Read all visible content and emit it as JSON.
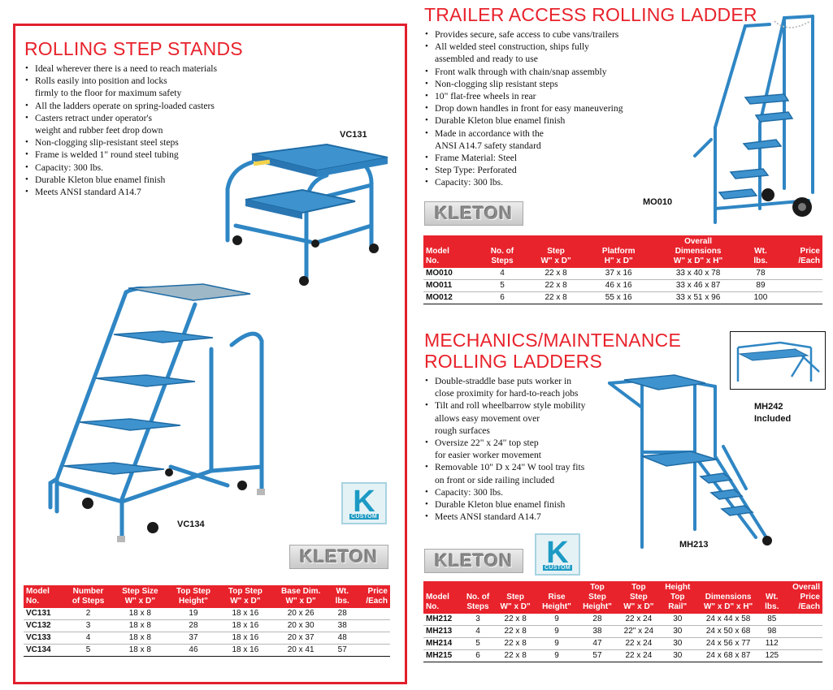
{
  "rolling_step_stands": {
    "title": "ROLLING STEP STANDS",
    "bullets": [
      "Ideal wherever there is a need to reach materials",
      "Rolls easily into position and locks",
      "firmly to the floor for maximum safety",
      "All the ladders operate on spring-loaded casters",
      "Casters retract under operator's",
      "weight and rubber feet drop down",
      "Non-clogging slip-resistant steel steps",
      "Frame is welded 1\" round steel tubing",
      "Capacity: 300 lbs.",
      "Durable Kleton blue enamel finish",
      "Meets ANSI standard A14.7"
    ],
    "bullet_flags": [
      true,
      true,
      false,
      true,
      true,
      false,
      true,
      true,
      true,
      true,
      true
    ],
    "caption_vc131": "VC131",
    "caption_vc134": "VC134",
    "brand_logo": "KLETON",
    "custom_badge": {
      "letter": "K",
      "label": "CUSTOM"
    },
    "table": {
      "headers": [
        "Model\nNo.",
        "Number\nof Steps",
        "Step Size\nW\" x D\"",
        "Top Step\nHeight\"",
        "Top Step\nW\" x D\"",
        "Base Dim.\nW\" x D\"",
        "Wt.\nlbs.",
        "Price\n/Each"
      ],
      "rows": [
        [
          "VC131",
          "2",
          "18 x 8",
          "19",
          "18 x 16",
          "20 x 26",
          "28",
          ""
        ],
        [
          "VC132",
          "3",
          "18 x 8",
          "28",
          "18 x 16",
          "20 x 30",
          "38",
          ""
        ],
        [
          "VC133",
          "4",
          "18 x 8",
          "37",
          "18 x 16",
          "20 x 37",
          "48",
          ""
        ],
        [
          "VC134",
          "5",
          "18 x 8",
          "46",
          "18 x 16",
          "20 x 41",
          "57",
          ""
        ]
      ]
    }
  },
  "trailer_access": {
    "title": "TRAILER ACCESS ROLLING LADDER",
    "bullets": [
      "Provides secure, safe access to cube vans/trailers",
      "All welded steel construction, ships fully",
      "assembled and ready to use",
      "Front walk through with chain/snap assembly",
      "Non-clogging slip resistant steps",
      "10\" flat-free wheels in rear",
      "Drop down handles in front for easy maneuvering",
      "Durable Kleton blue enamel finish",
      "Made in accordance with the",
      "ANSI A14.7 safety standard",
      "Frame Material: Steel",
      "Step Type: Perforated",
      "Capacity: 300 lbs."
    ],
    "bullet_flags": [
      true,
      true,
      false,
      true,
      true,
      true,
      true,
      true,
      true,
      false,
      true,
      true,
      true
    ],
    "caption_mo010": "MO010",
    "brand_logo": "KLETON",
    "table": {
      "headers": [
        "Model\nNo.",
        "No. of\nSteps",
        "Step\nW\" x D\"",
        "Platform\nH\" x D\"",
        "Overall\nDimensions\nW\" x D\" x H\"",
        "Wt.\nlbs.",
        "Price\n/Each"
      ],
      "rows": [
        [
          "MO010",
          "4",
          "22 x 8",
          "37 x 16",
          "33 x 40 x 78",
          "78",
          ""
        ],
        [
          "MO011",
          "5",
          "22 x 8",
          "46 x 16",
          "33 x 46 x 87",
          "89",
          ""
        ],
        [
          "MO012",
          "6",
          "22 x 8",
          "55 x 16",
          "33 x 51 x 96",
          "100",
          ""
        ]
      ]
    }
  },
  "mechanics": {
    "title_line1": "MECHANICS/MAINTENANCE",
    "title_line2": "ROLLING LADDERS",
    "bullets": [
      "Double-straddle base puts worker in",
      "close proximity for hard-to-reach jobs",
      "Tilt and roll wheelbarrow style mobility",
      "allows easy movement over",
      "rough surfaces",
      "Oversize 22\" x 24\" top step",
      "for easier worker movement",
      "Removable 10\" D x 24\" W tool tray fits",
      "on front or side railing included",
      "Capacity: 300 lbs.",
      "Durable Kleton blue enamel finish",
      "Meets ANSI standard A14.7"
    ],
    "bullet_flags": [
      true,
      false,
      true,
      false,
      false,
      true,
      false,
      true,
      false,
      true,
      true,
      true
    ],
    "caption_mh242": "MH242\nIncluded",
    "caption_mh213": "MH213",
    "brand_logo": "KLETON",
    "custom_badge": {
      "letter": "K",
      "label": "CUSTOM"
    },
    "table": {
      "headers": [
        "Model\nNo.",
        "No. of\nSteps",
        "Step\nW\" x D\"",
        "Rise\nHeight\"",
        "Top\nStep\nHeight\"",
        "Top\nStep\nW\" x D\"",
        "Height\nTop\nRail\"",
        "Dimensions\nW\" x D\" x H\"",
        "Wt.\nlbs.",
        "Overall\nPrice\n/Each"
      ],
      "rows": [
        [
          "MH212",
          "3",
          "22 x 8",
          "9",
          "28",
          "22 x 24",
          "30",
          "24 x 44 x 58",
          "85",
          ""
        ],
        [
          "MH213",
          "4",
          "22 x 8",
          "9",
          "38",
          "22\" x 24",
          "30",
          "24 x 50 x 68",
          "98",
          ""
        ],
        [
          "MH214",
          "5",
          "22 x 8",
          "9",
          "47",
          "22 x 24",
          "30",
          "24 x 56 x 77",
          "112",
          ""
        ],
        [
          "MH215",
          "6",
          "22 x 8",
          "9",
          "57",
          "22 x 24",
          "30",
          "24 x 68 x 87",
          "125",
          ""
        ]
      ]
    }
  },
  "colors": {
    "accent_red": "#e8232c",
    "kleton_blue": "#2f86c4"
  }
}
